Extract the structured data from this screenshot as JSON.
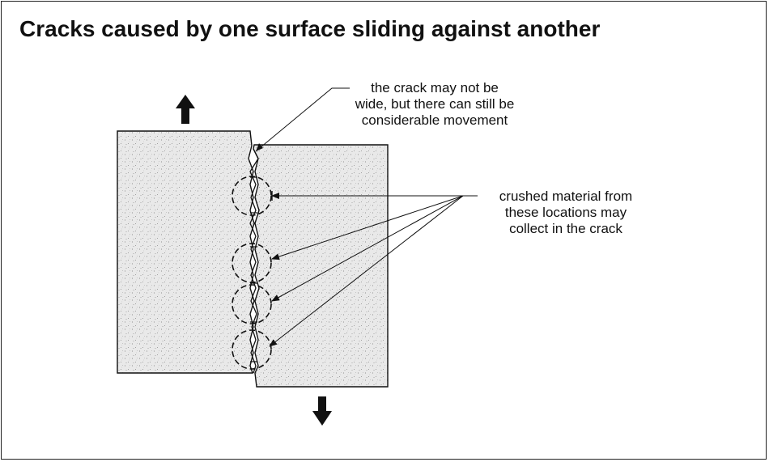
{
  "title": "Cracks caused by one surface sliding against another",
  "annotations": {
    "crack_width": {
      "lines": [
        "the crack may not be",
        "wide, but there can still be",
        "considerable movement"
      ]
    },
    "crushed_material": {
      "lines": [
        "crushed material from",
        "these locations may",
        "collect in the crack"
      ]
    }
  },
  "arrows": {
    "left_block": "up",
    "right_block": "down"
  },
  "crush_zone_count": 4,
  "colors": {
    "stroke": "#111111",
    "fill": "#e9e9e9"
  }
}
